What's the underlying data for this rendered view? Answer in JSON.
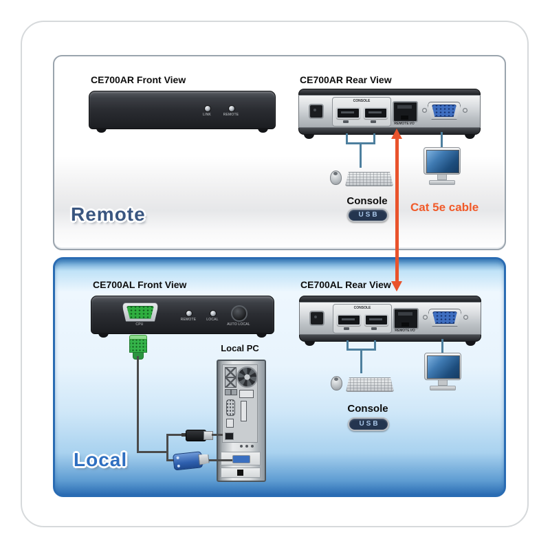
{
  "remote": {
    "badge": "Remote",
    "front": {
      "title": "CE700AR Front View",
      "leds": [
        {
          "label": "LINK"
        },
        {
          "label": "REMOTE"
        }
      ]
    },
    "rear": {
      "title": "CE700AR Rear View",
      "console_label": "CONSOLE",
      "remote_io_label": "REMOTE I/O"
    },
    "console": {
      "label": "Console",
      "badge": "USB"
    }
  },
  "local": {
    "badge": "Local",
    "front": {
      "title": "CE700AL Front View",
      "cpu_label": "CPU",
      "leds": [
        {
          "label": "REMOTE"
        },
        {
          "label": "LOCAL"
        }
      ],
      "button_label": "AUTO LOCAL"
    },
    "rear": {
      "title": "CE700AL Rear View",
      "console_label": "CONSOLE",
      "remote_io_label": "REMOTE I/O"
    },
    "console": {
      "label": "Console",
      "badge": "USB"
    },
    "pc": {
      "label": "Local PC"
    }
  },
  "cable": {
    "label": "Cat 5e cable"
  },
  "colors": {
    "accent_orange": "#f15a29",
    "arrow_orange": "#e9532c",
    "console_line_blue": "#4d7f9e",
    "cable_gray": "#4a4a4a",
    "local_panel_border": "#2a6cb3",
    "remote_badge": "#3a5680",
    "local_badge": "#2f6fc0",
    "vga_port_blue": "#3f6fc1",
    "cpu_port_green": "#2fae3f"
  }
}
